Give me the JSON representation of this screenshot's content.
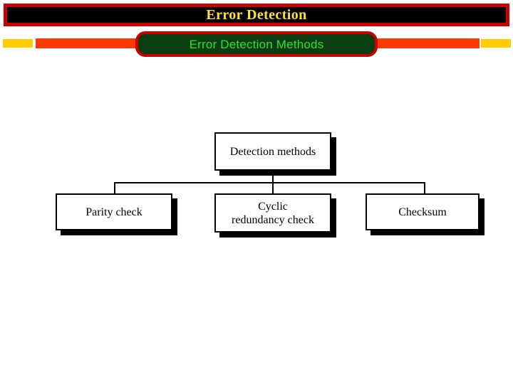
{
  "slide": {
    "title": "Error Detection",
    "banner": "Error Detection Methods"
  },
  "colors": {
    "title_border": "#CC0000",
    "title_background": "#000000",
    "title_text": "#FFE033",
    "banner_background": "#0A3D10",
    "banner_border": "#CC0000",
    "banner_text": "#2DE03A",
    "rule_red": "#F93A05",
    "rule_gold": "#FFCC00",
    "diagram_line": "#000000",
    "node_fill": "#FFFFFF"
  },
  "decorations": {
    "gold_chip_left": "gold-chip",
    "gold_chip_right": "gold-chip",
    "red_rule_left": "red-rule",
    "red_rule_right": "red-rule"
  },
  "diagram": {
    "type": "tree",
    "root": {
      "id": "detection-methods",
      "label": "Detection methods"
    },
    "children": [
      {
        "id": "parity-check",
        "label": "Parity check"
      },
      {
        "id": "cyclic-redundancy-check",
        "label": "Cyclic\nredundancy check",
        "line1": "Cyclic",
        "line2": "redundancy check"
      },
      {
        "id": "checksum",
        "label": "Checksum"
      }
    ],
    "connectors": [
      "trunk-from-root",
      "horizontal-bus",
      "drop-to-parity-check",
      "drop-to-cyclic-redundancy-check",
      "drop-to-checksum"
    ]
  }
}
